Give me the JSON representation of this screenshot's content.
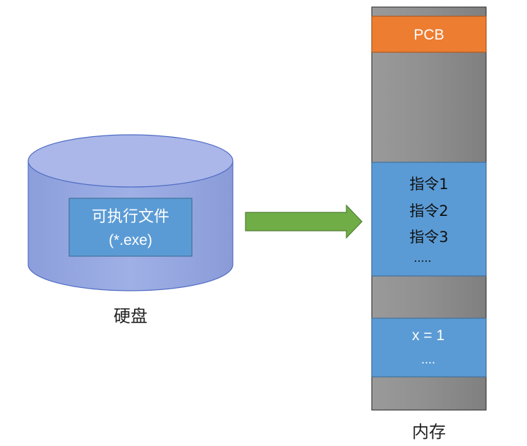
{
  "disk": {
    "file_name": "可执行文件",
    "file_ext": "(*.exe)",
    "caption": "硬盘"
  },
  "memory": {
    "pcb_label": "PCB",
    "instructions": [
      "指令1",
      "指令2",
      "指令3",
      "....."
    ],
    "data": [
      "x = 1",
      "...."
    ],
    "caption": "内存"
  },
  "colors": {
    "disk_fill": "#8e9fdb",
    "disk_top": "#a8b5e6",
    "disk_stroke": "#4f6bc4",
    "file_box": "#5b9bd5",
    "arrow": "#70ad47",
    "memory_bg": "#8c8c8c",
    "pcb": "#ed7d31",
    "block": "#5b9bd5"
  }
}
